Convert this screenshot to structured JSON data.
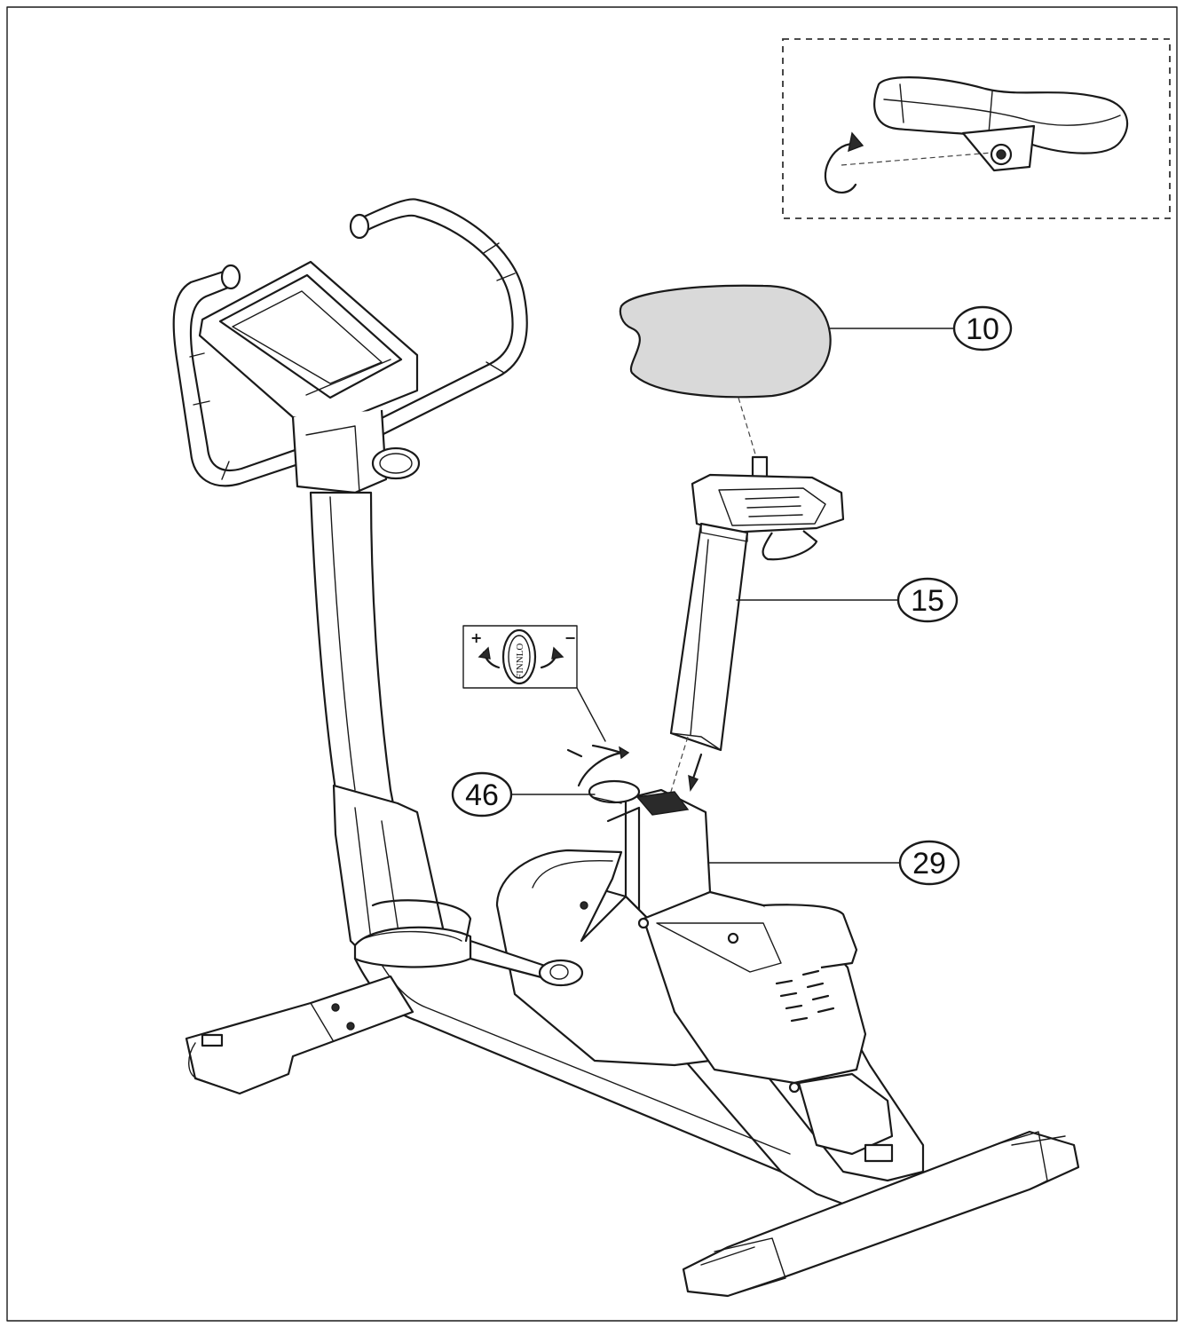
{
  "diagram": {
    "callouts": [
      {
        "id": "seat",
        "label": "10"
      },
      {
        "id": "seat-post",
        "label": "15"
      },
      {
        "id": "adjust-knob",
        "label": "46"
      },
      {
        "id": "frame",
        "label": "29"
      }
    ],
    "knob_inset": {
      "brand": "FINNLO",
      "plus": "+",
      "minus": "−"
    }
  }
}
